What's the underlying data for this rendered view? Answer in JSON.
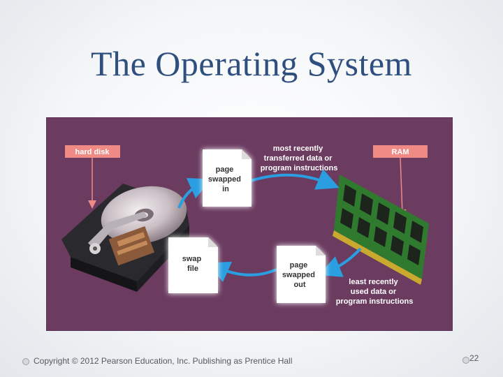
{
  "slide": {
    "title": "The Operating System",
    "footer": "Copyright © 2012 Pearson Education, Inc. Publishing as Prentice Hall",
    "page_number": "22"
  },
  "diagram": {
    "background": "#6b3b60",
    "label_box_color": "#f08a85",
    "arrow_color": "#2a9ee0",
    "hard_disk_label": "hard disk",
    "ram_label": "RAM",
    "top_caption": [
      "most recently",
      "transferred data or",
      "program instructions"
    ],
    "bottom_caption": [
      "least recently",
      "used data or",
      "program instructions"
    ],
    "page_in": [
      "page",
      "swapped",
      "in"
    ],
    "swap_file": [
      "swap",
      "file"
    ],
    "page_out": [
      "page",
      "swapped",
      "out"
    ]
  }
}
